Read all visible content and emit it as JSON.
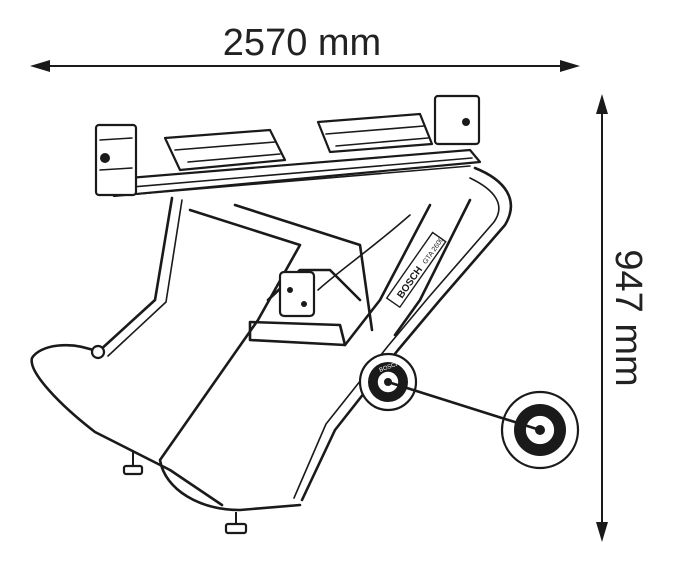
{
  "dimensions": {
    "width_label": "2570 mm",
    "height_label": "947 mm"
  },
  "brand_marks": {
    "frame_brand": "BOSCH",
    "frame_model": "GTA 2600",
    "wheel_brand": "BOSCH"
  }
}
